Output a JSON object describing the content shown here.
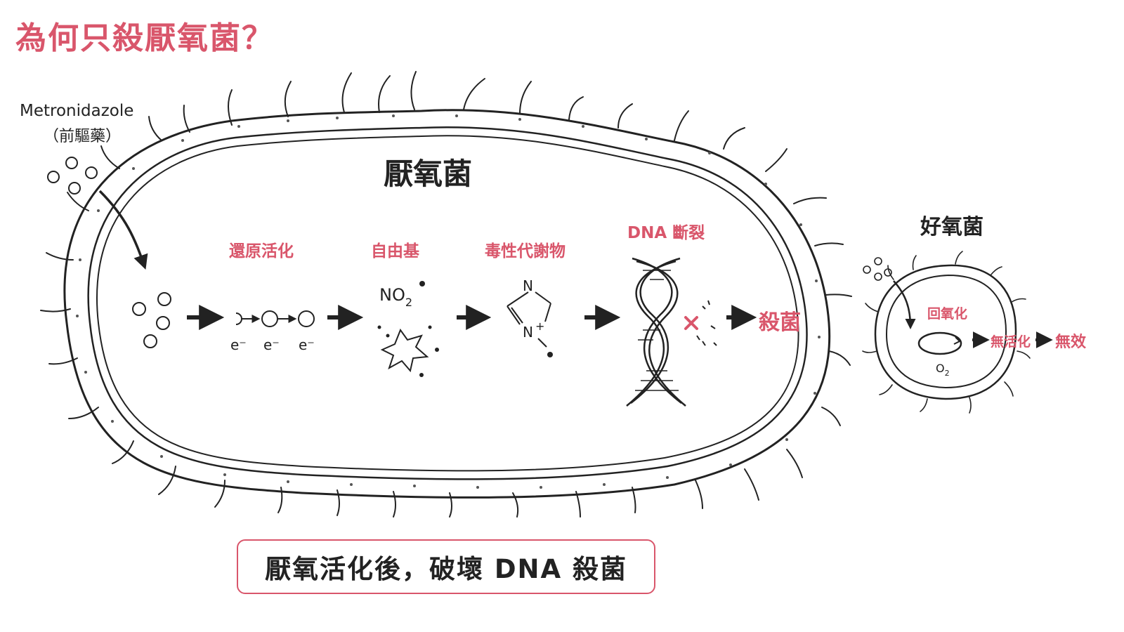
{
  "title": "為何只殺厭氧菌？",
  "drug": {
    "name": "Metronidazole",
    "subtitle": "（前驅藥）"
  },
  "anaerobe": {
    "label": "厭氧菌",
    "steps": [
      "還原活化",
      "自由基",
      "毒性代謝物",
      "DNA 斷裂"
    ],
    "electron": "e⁻",
    "radical_formula": {
      "main": "NO",
      "sub": "2"
    },
    "ring_atoms": [
      "N",
      "N",
      "+"
    ],
    "result": "殺菌"
  },
  "aerobe": {
    "label": "好氧菌",
    "reoxidation": "回氧化",
    "oxygen": {
      "main": "O",
      "sub": "2"
    },
    "inactivation": "無活化",
    "result": "無效"
  },
  "summary": "厭氧活化後，破壞 DNA 殺菌",
  "colors": {
    "accent": "#d9566b",
    "ink": "#222222"
  }
}
